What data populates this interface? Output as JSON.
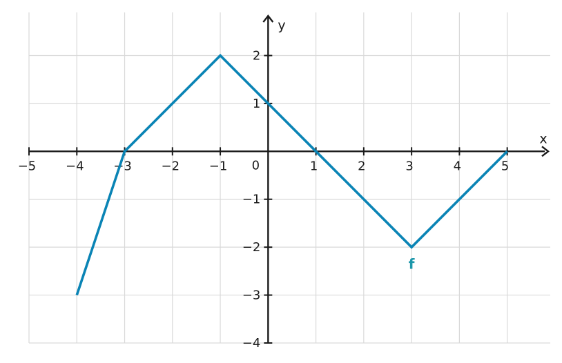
{
  "chart_data": {
    "type": "line",
    "title": "",
    "xlabel": "x",
    "ylabel": "y",
    "xlim": [
      -5,
      5.9
    ],
    "ylim": [
      -4,
      2.9
    ],
    "grid": true,
    "x_ticks": [
      {
        "value": -5,
        "label": "−5"
      },
      {
        "value": -4,
        "label": "−4"
      },
      {
        "value": -3,
        "label": "−3"
      },
      {
        "value": -2,
        "label": "−2"
      },
      {
        "value": -1,
        "label": "−1"
      },
      {
        "value": 1,
        "label": "1"
      },
      {
        "value": 2,
        "label": "2"
      },
      {
        "value": 3,
        "label": "3"
      },
      {
        "value": 4,
        "label": "4"
      },
      {
        "value": 5,
        "label": "5"
      }
    ],
    "y_ticks": [
      {
        "value": 2,
        "label": "2"
      },
      {
        "value": 1,
        "label": "1"
      },
      {
        "value": -1,
        "label": "−1"
      },
      {
        "value": -2,
        "label": "−2"
      },
      {
        "value": -3,
        "label": "−3"
      },
      {
        "value": -4,
        "label": "−4"
      }
    ],
    "origin_label": "0",
    "series": [
      {
        "name": "f",
        "color": "#0a84b5",
        "label_color": "#1c97aa",
        "points": [
          {
            "x": -4,
            "y": -3
          },
          {
            "x": -3,
            "y": 0
          },
          {
            "x": -1,
            "y": 2
          },
          {
            "x": 1,
            "y": 0
          },
          {
            "x": 3,
            "y": -2
          },
          {
            "x": 5,
            "y": 0
          }
        ],
        "label_at": {
          "x": 3,
          "y": -2.35
        }
      }
    ]
  }
}
